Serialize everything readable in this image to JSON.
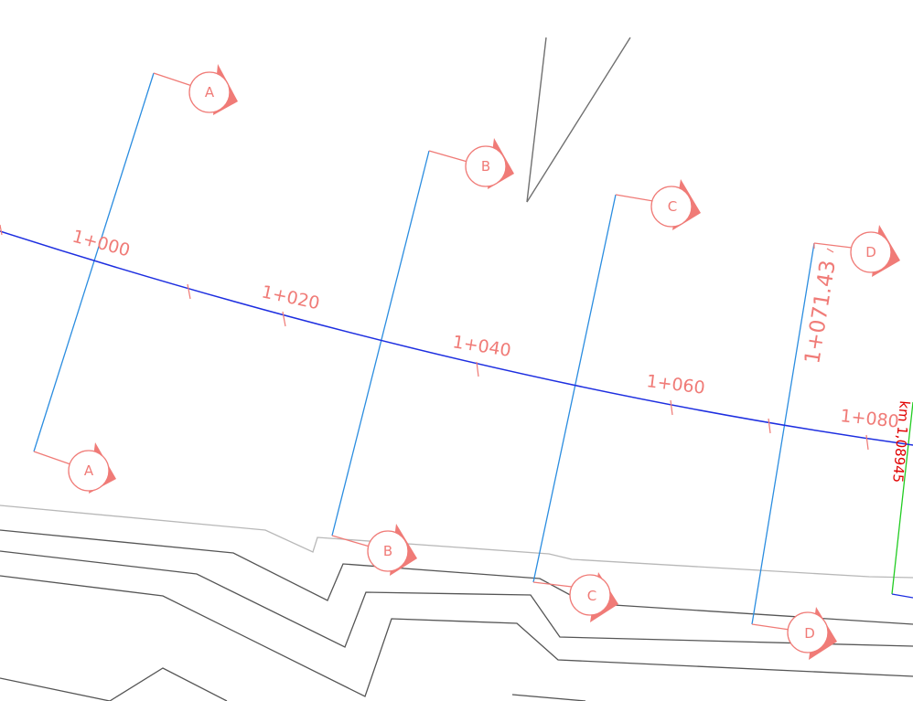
{
  "colors": {
    "alignment": "#1d2ee0",
    "section_lines": "#2b8de0",
    "annotation": "#f07b77",
    "contour_dark": "#555555",
    "contour_light": "#b8b8b8",
    "boundary_green": "#22cc22",
    "km_text": "#e00000",
    "background": "#ffffff"
  },
  "chainage_labels": [
    "1+000",
    "1+020",
    "1+040",
    "1+060",
    "1+080"
  ],
  "end_station_label": "1+071.43",
  "km_label": "km 1,08945",
  "sections": [
    {
      "id": "section-a",
      "letter_top": "A",
      "letter_bottom": "A"
    },
    {
      "id": "section-b",
      "letter_top": "B",
      "letter_bottom": "B"
    },
    {
      "id": "section-c",
      "letter_top": "C",
      "letter_bottom": "C"
    },
    {
      "id": "section-d",
      "letter_top": "D",
      "letter_bottom": "D"
    }
  ]
}
